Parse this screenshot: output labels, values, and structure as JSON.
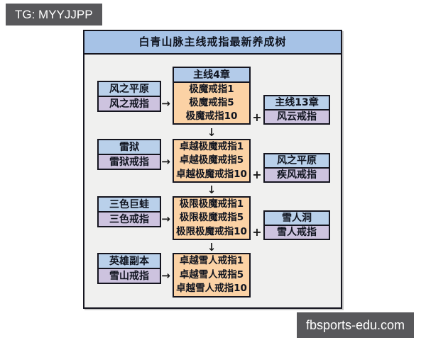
{
  "watermarks": {
    "top_left": "TG: MYYJJPP",
    "bottom_right": "fbsports-edu.com"
  },
  "symbols": {
    "right_arrow": "→",
    "down_arrow": "↓",
    "plus": "+"
  },
  "diagram": {
    "title": "白青山脉主线戒指最新养成树",
    "rows": [
      {
        "source": {
          "location": "风之平原",
          "ring": "风之戒指"
        },
        "result": {
          "header": "主线4章",
          "items": [
            "极魔戒指1",
            "极魔戒指5",
            "极魔戒指10"
          ]
        },
        "extra": {
          "location": "主线13章",
          "ring": "风云戒指"
        }
      },
      {
        "source": {
          "location": "雷狱",
          "ring": "雷狱戒指"
        },
        "result": {
          "items": [
            "卓越极魔戒指1",
            "卓越极魔戒指5",
            "卓越极魔戒指10"
          ]
        },
        "extra": {
          "location": "风之平原",
          "ring": "疾风戒指"
        }
      },
      {
        "source": {
          "location": "三色巨蛙",
          "ring": "三色戒指"
        },
        "result": {
          "items": [
            "极限极魔戒指1",
            "极限极魔戒指5",
            "极限极魔戒指10"
          ]
        },
        "extra": {
          "location": "雪人洞",
          "ring": "雪人戒指"
        }
      },
      {
        "source": {
          "location": "英雄副本",
          "ring": "雪山戒指"
        },
        "result": {
          "items": [
            "卓越雪人戒指1",
            "卓越雪人戒指5",
            "卓越雪人戒指10"
          ]
        }
      }
    ],
    "colors": {
      "title_bg": "#a6c2e6",
      "location_bg": "#b9d0ea",
      "ring_bg": "#cdc3df",
      "result_bg": "#fbd2a5",
      "border": "#15151f",
      "panel_bg": "#f0f0ef",
      "badge_bg": "#58585b"
    }
  }
}
